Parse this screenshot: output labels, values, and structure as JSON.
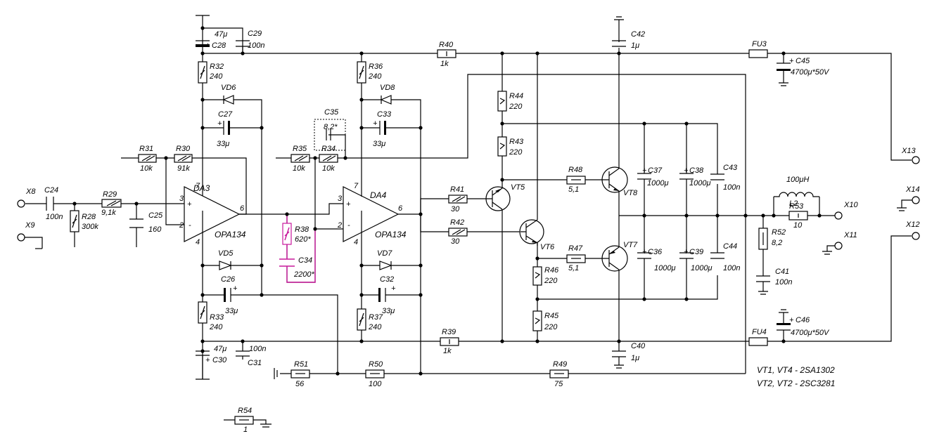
{
  "amplifiers": [
    {
      "name": "DA3",
      "part": "OPA134",
      "pin_plus": "3",
      "pin_minus": "2",
      "pin_top": "7",
      "pin_bottom": "4",
      "pin_out": "6",
      "sign_plus": "+",
      "sign_minus": "-"
    },
    {
      "name": "DA4",
      "part": "OPA134",
      "pin_plus": "3",
      "pin_minus": "2",
      "pin_top": "7",
      "pin_bottom": "4",
      "pin_out": "6",
      "sign_plus": "+",
      "sign_minus": "-"
    }
  ],
  "resistors": {
    "R28": {
      "ref": "R28",
      "value": "300k"
    },
    "R29": {
      "ref": "R29",
      "value": "9,1k"
    },
    "R30": {
      "ref": "R30",
      "value": "91k"
    },
    "R31": {
      "ref": "R31",
      "value": "10k"
    },
    "R32": {
      "ref": "R32",
      "value": "240"
    },
    "R33": {
      "ref": "R33",
      "value": "240"
    },
    "R34": {
      "ref": "R34",
      "value": "10k"
    },
    "R35": {
      "ref": "R35",
      "value": "10k"
    },
    "R36": {
      "ref": "R36",
      "value": "240"
    },
    "R37": {
      "ref": "R37",
      "value": "240"
    },
    "R38": {
      "ref": "R38",
      "value": "620*"
    },
    "R39": {
      "ref": "R39",
      "value": "1k"
    },
    "R40": {
      "ref": "R40",
      "value": "1k"
    },
    "R41": {
      "ref": "R41",
      "value": "30"
    },
    "R42": {
      "ref": "R42",
      "value": "30"
    },
    "R43": {
      "ref": "R43",
      "value": "220"
    },
    "R44": {
      "ref": "R44",
      "value": "220"
    },
    "R45": {
      "ref": "R45",
      "value": "220"
    },
    "R46": {
      "ref": "R46",
      "value": "220"
    },
    "R47": {
      "ref": "R47",
      "value": "5,1"
    },
    "R48": {
      "ref": "R48",
      "value": "5,1"
    },
    "R49": {
      "ref": "R49",
      "value": "75"
    },
    "R50": {
      "ref": "R50",
      "value": "100"
    },
    "R51": {
      "ref": "R51",
      "value": "56"
    },
    "R52": {
      "ref": "R52",
      "value": "8,2"
    },
    "R53": {
      "ref": "R53",
      "value": "10"
    },
    "R54": {
      "ref": "R54",
      "value": "1"
    }
  },
  "capacitors": {
    "C24": {
      "ref": "C24",
      "value": "100n"
    },
    "C25": {
      "ref": "C25",
      "value": "160"
    },
    "C26": {
      "ref": "C26",
      "value": "33μ"
    },
    "C27": {
      "ref": "C27",
      "value": "33μ"
    },
    "C28": {
      "ref": "C28",
      "value": "47μ"
    },
    "C29": {
      "ref": "C29",
      "value": "100n"
    },
    "C30": {
      "ref": "C30",
      "value": "47μ"
    },
    "C31": {
      "ref": "C31",
      "value": "100n"
    },
    "C32": {
      "ref": "C32",
      "value": "33μ"
    },
    "C33": {
      "ref": "C33",
      "value": "33μ"
    },
    "C34": {
      "ref": "C34",
      "value": "2200*"
    },
    "C35": {
      "ref": "C35",
      "value": "8,2*"
    },
    "C36": {
      "ref": "C36",
      "value": "1000μ"
    },
    "C37": {
      "ref": "C37",
      "value": "1000μ"
    },
    "C38": {
      "ref": "C38",
      "value": "1000μ"
    },
    "C39": {
      "ref": "C39",
      "value": "1000μ"
    },
    "C40": {
      "ref": "C40",
      "value": "1μ"
    },
    "C41": {
      "ref": "C41",
      "value": "100n"
    },
    "C42": {
      "ref": "C42",
      "value": "1μ"
    },
    "C43": {
      "ref": "C43",
      "value": "100n"
    },
    "C44": {
      "ref": "C44",
      "value": "100n"
    },
    "C45": {
      "ref": "C45",
      "value": "4700μ*50V"
    },
    "C46": {
      "ref": "C46",
      "value": "4700μ*50V"
    }
  },
  "diodes": [
    "VD5",
    "VD6",
    "VD7",
    "VD8"
  ],
  "transistors": [
    "VT5",
    "VT6",
    "VT7",
    "VT8"
  ],
  "fuses": [
    "FU3",
    "FU4"
  ],
  "inductor": {
    "ref": "L2",
    "value": "100μH"
  },
  "connectors": [
    "X8",
    "X9",
    "X10",
    "X11",
    "X12",
    "X13",
    "X14"
  ],
  "polarity": "+",
  "notes": [
    "VT1, VT4 - 2SA1302",
    "VT2, VT2 - 2SC3281"
  ]
}
